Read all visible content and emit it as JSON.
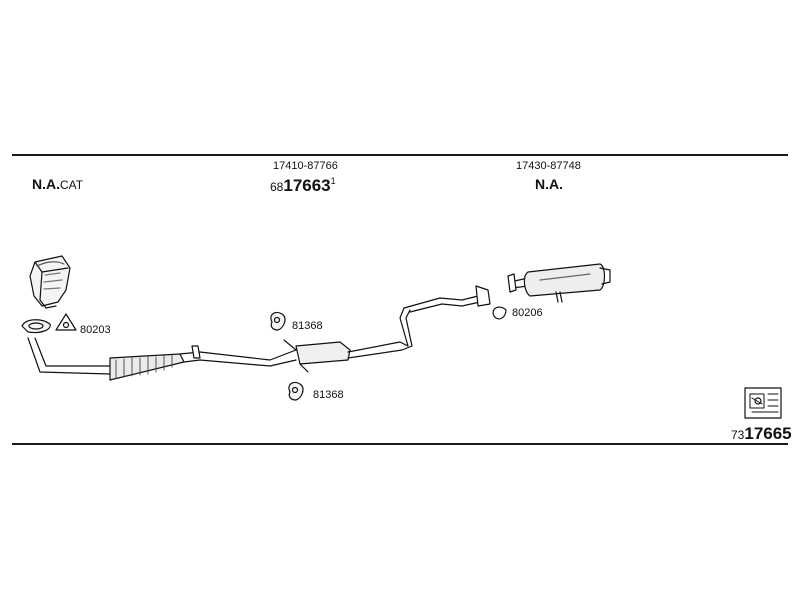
{
  "header": {
    "left_label": {
      "main": "N.A.",
      "suffix": "CAT"
    },
    "center_part": {
      "oe_number": "17410-87766",
      "ref_prefix": "68",
      "ref_number": "17663",
      "ref_sup": "1"
    },
    "right_part": {
      "oe_number": "17430-87748",
      "label": "N.A."
    }
  },
  "parts": {
    "gasket_front": "80203",
    "hanger_upper": "81368",
    "hanger_lower": "81368",
    "ring_rear": "80206"
  },
  "footer": {
    "prefix": "73",
    "number": "17665"
  },
  "icons": [
    "catalytic-converter-icon",
    "gasket-icon",
    "warning-triangle-icon",
    "rubber-hanger-icon",
    "clamp-ring-icon",
    "exhaust-pipe-icon",
    "rear-muffler-icon",
    "fitting-instructions-icon"
  ]
}
